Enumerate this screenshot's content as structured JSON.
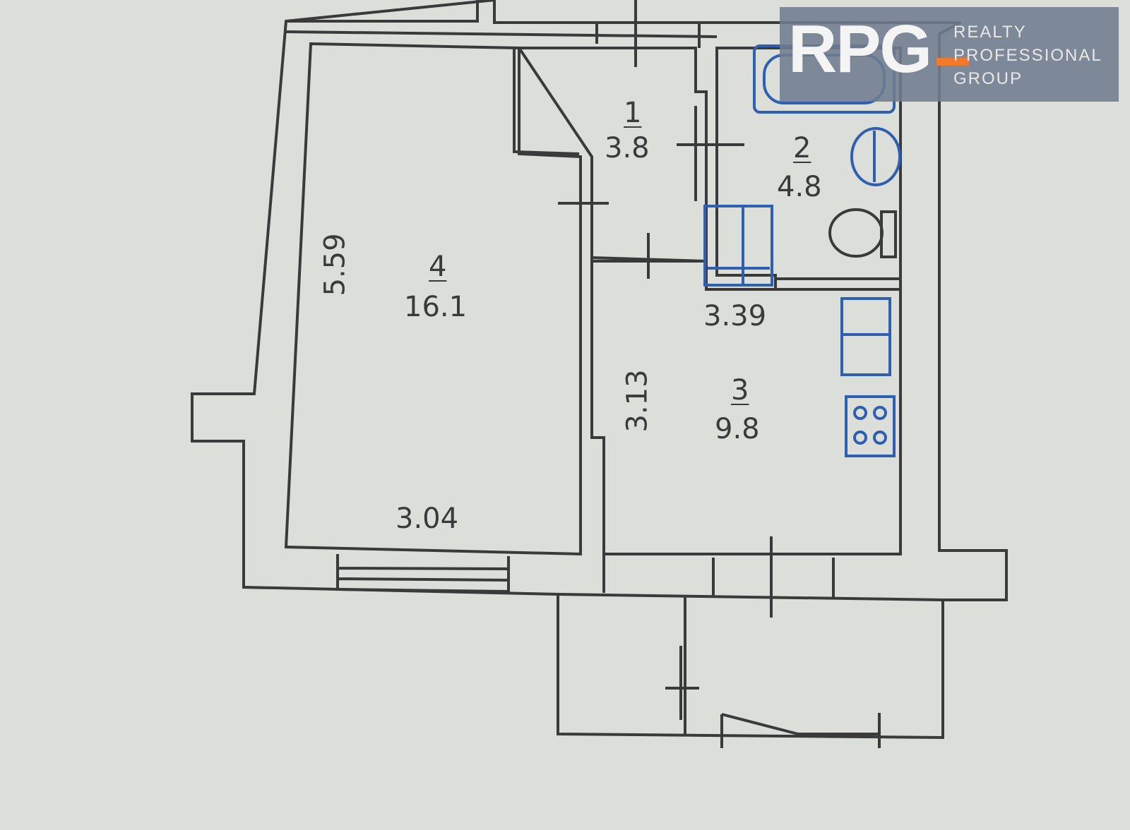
{
  "logo": {
    "mark": "RPG",
    "lines": [
      "REALTY",
      "PROFESSIONAL",
      "GROUP"
    ],
    "accent_color": "#f07a2a"
  },
  "rooms": [
    {
      "number": "1",
      "area": "3.8"
    },
    {
      "number": "2",
      "area": "4.8"
    },
    {
      "number": "3",
      "area": "9.8"
    },
    {
      "number": "4",
      "area": "16.1"
    }
  ],
  "dimensions": {
    "room4_height": "5.59",
    "room4_width": "3.04",
    "kitchen_width": "3.39",
    "kitchen_height": "3.13"
  },
  "colors": {
    "walls": "#3a3a3a",
    "fixtures": "#2f5fb0",
    "paper": "#dcdfd9"
  },
  "fixtures": [
    "bathtub-icon",
    "sink-icon",
    "toilet-icon",
    "washing-machine-icon",
    "fridge-icon",
    "stove-icon"
  ]
}
